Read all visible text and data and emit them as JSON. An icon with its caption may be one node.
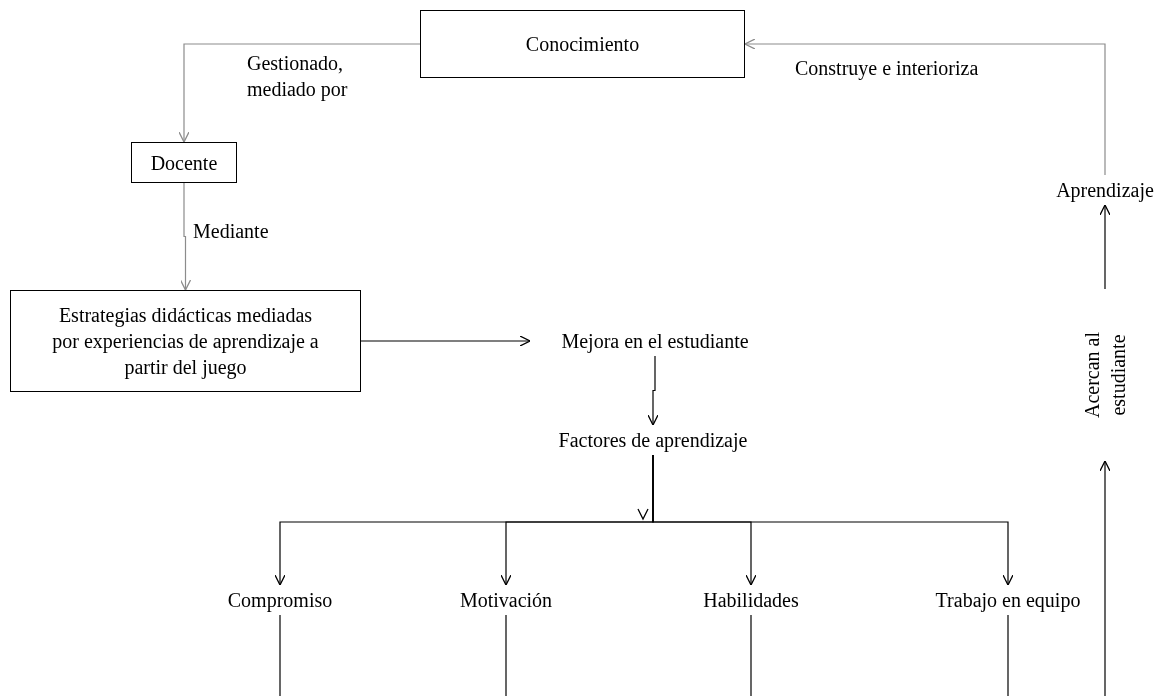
{
  "diagram": {
    "nodes": [
      {
        "text": [
          "Conocimiento"
        ]
      },
      {
        "text": [
          "Docente"
        ]
      },
      {
        "text": [
          "Estrategias didácticas mediadas por experiencias de aprendizaje a partir del juego"
        ]
      },
      {
        "text": [
          "Mejora en el estudiante"
        ]
      },
      {
        "text": [
          "Factores de aprendizaje"
        ]
      },
      {
        "text": [
          "Compromiso"
        ]
      },
      {
        "text": [
          "Motivación"
        ]
      },
      {
        "text": [
          "Habilidades"
        ]
      },
      {
        "text": [
          "Trabajo en equipo"
        ]
      },
      {
        "text": [
          "Aprendizaje"
        ]
      },
      {
        "text": [
          "Acercan al estudiante"
        ]
      }
    ],
    "edges": [
      {
        "from": 0,
        "to": 1,
        "arrow": "to",
        "label": "Gestionado, mediado por",
        "color": "#8c8c8c"
      },
      {
        "from": 1,
        "to": 2,
        "arrow": "to",
        "label": "Mediante",
        "color": "#8c8c8c"
      },
      {
        "from": 2,
        "to": 3,
        "arrow": "to"
      },
      {
        "from": 3,
        "to": 4,
        "arrow": "to"
      },
      {
        "from": 4,
        "to": 5,
        "arrow": "to"
      },
      {
        "from": 4,
        "to": 6,
        "arrow": "to"
      },
      {
        "from": 4,
        "to": 7,
        "arrow": "to"
      },
      {
        "from": 4,
        "to": 8,
        "arrow": "to"
      },
      {
        "from": 5,
        "to": null,
        "arrow": "none"
      },
      {
        "from": 6,
        "to": null,
        "arrow": "none"
      },
      {
        "from": 7,
        "to": null,
        "arrow": "none"
      },
      {
        "from": 8,
        "to": null,
        "arrow": "none"
      },
      {
        "from": null,
        "to": 10,
        "arrow": "to"
      },
      {
        "from": 10,
        "to": 9,
        "arrow": "to"
      },
      {
        "from": 9,
        "to": 0,
        "arrow": "to",
        "label": "Construye e interioriza",
        "color": "#8c8c8c"
      }
    ]
  }
}
